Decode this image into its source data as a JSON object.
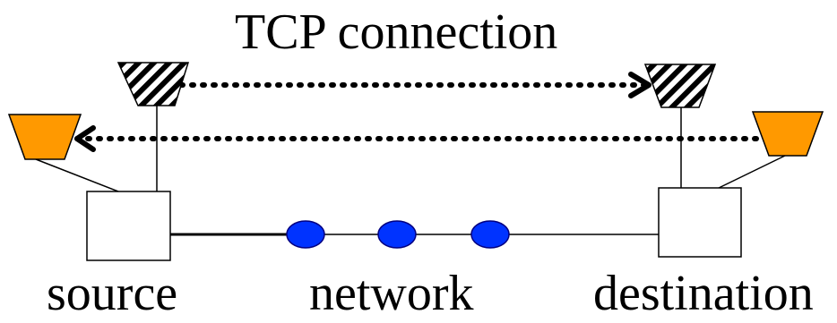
{
  "title": "TCP connection",
  "labels": {
    "source": "source",
    "network": "network",
    "destination": "destination"
  },
  "colors": {
    "app_socket": "#ff9900",
    "router": "#0033ff",
    "router_stroke": "#000080",
    "tcp_socket_stripes": [
      "#000000",
      "#ffffff"
    ],
    "line": "#000000"
  },
  "icons": {
    "tcp_socket": "striped-socket-icon",
    "app_socket": "orange-socket-icon",
    "host": "host-box-icon",
    "router": "router-icon"
  }
}
